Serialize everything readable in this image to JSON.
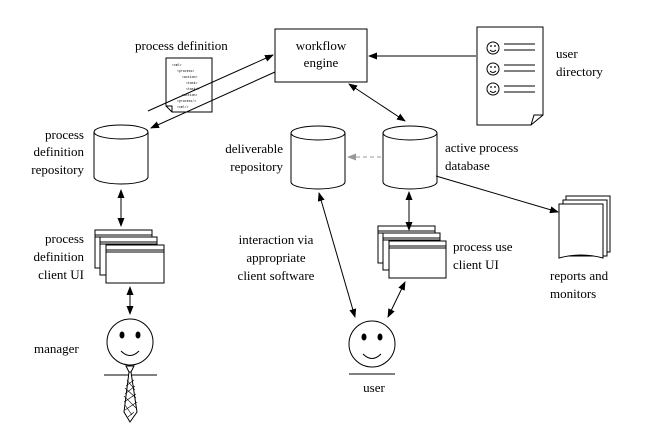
{
  "diagram": {
    "labels": {
      "process_definition": "process definition",
      "workflow_engine_1": "workflow",
      "workflow_engine_2": "engine",
      "user_directory_1": "user",
      "user_directory_2": "directory",
      "pdr_1": "process",
      "pdr_2": "definition",
      "pdr_3": "repository",
      "deliv_1": "deliverable",
      "deliv_2": "repository",
      "active_1": "active process",
      "active_2": "database",
      "pdcui_1": "process",
      "pdcui_2": "definition",
      "pdcui_3": "client UI",
      "interaction_1": "interaction via",
      "interaction_2": "appropriate",
      "interaction_3": "client software",
      "pucui_1": "process use",
      "pucui_2": "client UI",
      "reports_1": "reports and",
      "reports_2": "monitors",
      "manager": "manager",
      "user": "user"
    },
    "document_snippet": [
      "<xml>",
      "<process>",
      "<action>",
      "<task>",
      "<task/>",
      "<action>",
      "<process/>",
      "<xml/>"
    ],
    "icons": [
      "database-icon",
      "document-icon",
      "window-stack-icon",
      "person-icon",
      "smiley-icon"
    ],
    "colors": {
      "stroke": "#000000",
      "dashed_arrow": "#999999",
      "background": "#ffffff"
    }
  }
}
